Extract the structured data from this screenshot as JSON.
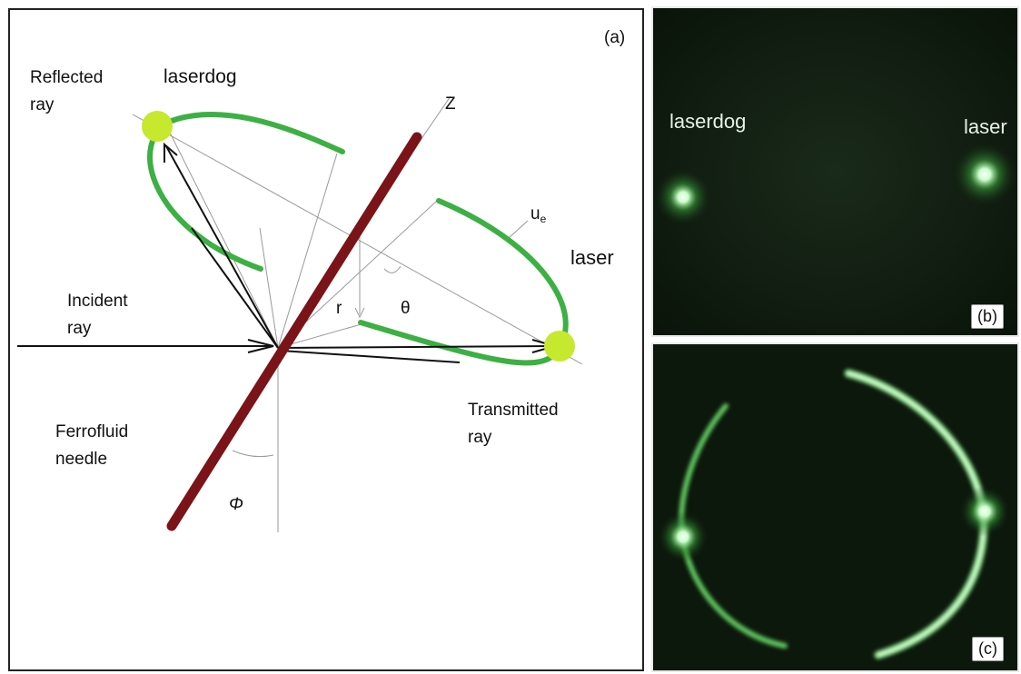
{
  "panel_a": {
    "tag": "(a)",
    "labels": {
      "reflected": [
        "Reflected",
        "ray"
      ],
      "incident": [
        "Incident",
        "ray"
      ],
      "transmitted": [
        "Transmitted",
        "ray"
      ],
      "ferrofluid": [
        "Ferrofluid",
        "needle"
      ],
      "laserdog": "laserdog",
      "laser": "laser",
      "z_axis": "Z",
      "ue": "u",
      "ue_sub": "e",
      "r": "r",
      "theta": "θ",
      "phi": "Φ"
    }
  },
  "panel_b": {
    "tag": "(b)",
    "left_label": "laserdog",
    "right_label": "laser"
  },
  "panel_c": {
    "tag": "(c)"
  },
  "colors": {
    "needle": "#7a1418",
    "ring": "#3cb043",
    "spot": "#c6e82f",
    "glow": "#9dff9d"
  }
}
